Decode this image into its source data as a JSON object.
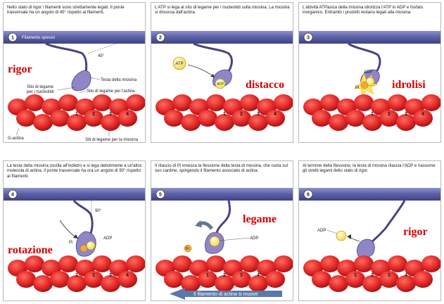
{
  "panels": [
    {
      "number": "1",
      "caption": "Nello stato di rigor i filamenti sono strettamente legati. Il ponte trasversale ha un angolo di 45° rispetto ai filamenti.",
      "label": "rigor",
      "filament_label": "Filamento spesso",
      "angle_label": "45°",
      "callouts": {
        "head": "Testa della miosina",
        "nucleotide_site": "Sito di legame per i nucleotidi",
        "actin_site": "Sito di legame per l'actina",
        "g_actin": "G-actina",
        "myosin_site": "Siti di legame per la miosina"
      }
    },
    {
      "number": "2",
      "caption": "L'ATP si lega al sito di legame per i nucleotidi sulla miosina. La miosina si dissocia dall'actina.",
      "label": "distacco",
      "molecules": {
        "free": "ATP",
        "bound": "ATP"
      }
    },
    {
      "number": "3",
      "caption": "L'attività ATPasica della miosina idrolizza l'ATP in ADP e fosfato inorganico. Entrambi i prodotti restano legati alla miosina.",
      "label": "idrolisi",
      "molecules": {
        "adp": "ADP",
        "pi": "Pi"
      }
    },
    {
      "number": "4",
      "caption": "La testa della miosina oscilla all'indietro e si lega debolmente a un'altra molecola di actina. Il ponte trasversale ha ora un angolo di 90° rispetto ai filamenti.",
      "label": "rotazione",
      "angle_label": "90°",
      "molecules": {
        "adp": "ADP",
        "pi": "Pi"
      }
    },
    {
      "number": "5",
      "caption": "Il rilascio di Pi innesca la flessione della testa di miosina, che ruota sul suo cardine, spingendo il filamento associato di actina.",
      "label": "legame",
      "molecules": {
        "adp": "ADP",
        "pi": "Pi"
      },
      "bar_text": "Il filamento di actina si muove"
    },
    {
      "number": "6",
      "caption": "Al termine della flessione, la testa di miosina rilascia l'ADP e riassume gli stretti legami dello stato di rigor.",
      "label": "rigor",
      "molecules": {
        "adp": "ADP"
      }
    }
  ],
  "actin_numbers": [
    "1",
    "2",
    "3",
    "4"
  ],
  "colors": {
    "thick_filament": "#6f73ad",
    "myosin": "#8f86c8",
    "myosin_dark": "#4a4282",
    "actin": "#e12727",
    "actin_dark": "#8e0c0c",
    "nucleotide": "#f4e25e",
    "label_red": "#d40000",
    "bar": "#5a79a8"
  }
}
